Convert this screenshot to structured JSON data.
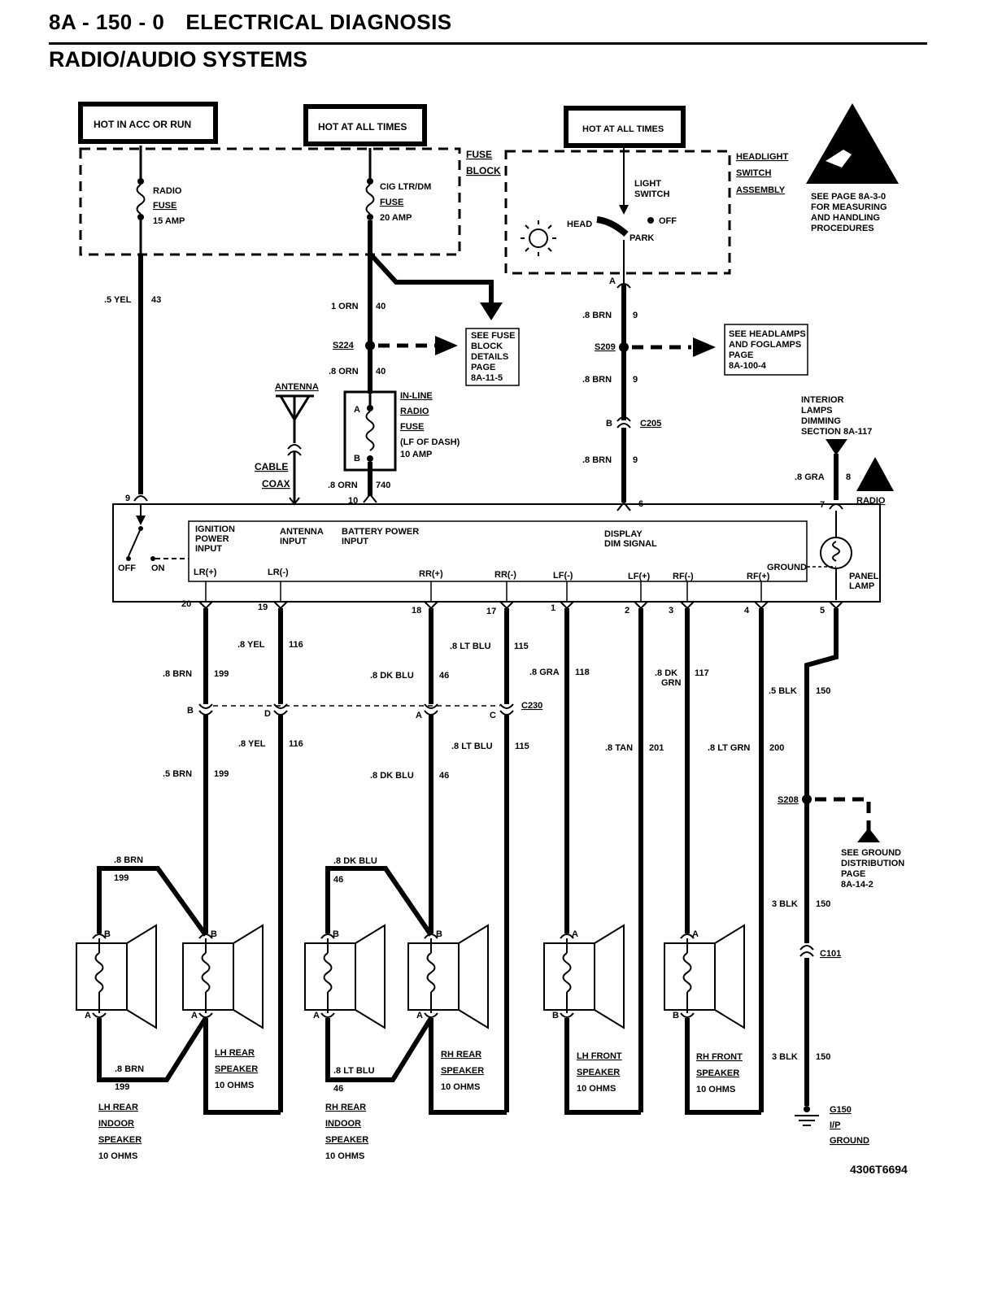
{
  "header": {
    "page_ref": "8A - 150 - 0",
    "section": "ELECTRICAL DIAGNOSIS",
    "subtitle": "RADIO/AUDIO SYSTEMS"
  },
  "hot_boxes": {
    "acc_run": "HOT IN ACC OR RUN",
    "all_times_1": "HOT AT ALL TIMES",
    "all_times_2": "HOT AT ALL TIMES"
  },
  "fuse_block": {
    "label_1": "FUSE",
    "label_2": "BLOCK",
    "radio_fuse": [
      "RADIO",
      "FUSE",
      "15 AMP"
    ],
    "cig_fuse": [
      "CIG LTR/DM",
      "FUSE",
      "20 AMP"
    ]
  },
  "headlight_switch": {
    "label": [
      "HEADLIGHT",
      "SWITCH",
      "ASSEMBLY"
    ],
    "light_switch": [
      "LIGHT",
      "SWITCH"
    ],
    "off": "OFF",
    "head": "HEAD",
    "park": "PARK",
    "pin_a": "A"
  },
  "esd_note": [
    "SEE PAGE 8A-3-0",
    "FOR MEASURING",
    "AND HANDLING",
    "PROCEDURES"
  ],
  "wires": {
    "w43": {
      "gauge": ".5 YEL",
      "circuit": "43"
    },
    "w40a": {
      "gauge": "1 ORN",
      "circuit": "40"
    },
    "w40b": {
      "gauge": ".8 ORN",
      "circuit": "40"
    },
    "w740": {
      "gauge": ".8 ORN",
      "circuit": "740"
    },
    "w9a": {
      "gauge": ".8 BRN",
      "circuit": "9"
    },
    "w9b": {
      "gauge": ".8 BRN",
      "circuit": "9"
    },
    "w9c": {
      "gauge": ".8 BRN",
      "circuit": "9"
    },
    "w8": {
      "gauge": ".8 GRA",
      "circuit": "8"
    },
    "w199a": {
      "gauge": ".8 BRN",
      "circuit": "199"
    },
    "w116a": {
      "gauge": ".8 YEL",
      "circuit": "116"
    },
    "w46a": {
      "gauge": ".8 DK BLU",
      "circuit": "46"
    },
    "w115a": {
      "gauge": ".8 LT BLU",
      "circuit": "115"
    },
    "w118": {
      "gauge": ".8 GRA",
      "circuit": "118"
    },
    "w117": {
      "gauge": ".8 DK",
      "gauge2": "GRN",
      "circuit": "117"
    },
    "w150a": {
      "gauge": ".5 BLK",
      "circuit": "150"
    },
    "w116b": {
      "gauge": ".8 YEL",
      "circuit": "116"
    },
    "w115b": {
      "gauge": ".8 LT BLU",
      "circuit": "115"
    },
    "w201": {
      "gauge": ".8 TAN",
      "circuit": "201"
    },
    "w200": {
      "gauge": ".8 LT GRN",
      "circuit": "200"
    },
    "w199b": {
      "gauge": ".5 BRN",
      "circuit": "199"
    },
    "w46b": {
      "gauge": ".8 DK BLU",
      "circuit": "46"
    },
    "w150b": {
      "gauge": "3 BLK",
      "circuit": "150"
    },
    "w150c": {
      "gauge": "3 BLK",
      "circuit": "150"
    },
    "sp_brn_top": {
      "gauge": ".8 BRN",
      "circuit": "199"
    },
    "sp_brn_bot": {
      "gauge": ".8 BRN",
      "circuit": "199"
    },
    "sp_blu_top": {
      "gauge": ".8 DK BLU",
      "circuit": "46"
    },
    "sp_blu_bot": {
      "gauge": ".8 LT BLU",
      "circuit": "46"
    }
  },
  "splices": {
    "s224": "S224",
    "s209": "S209",
    "s208": "S208"
  },
  "connectors": {
    "c205": "C205",
    "c205_pin": "B",
    "c230": "C230",
    "c101": "C101"
  },
  "notes": {
    "fuse_block_details": [
      "SEE FUSE",
      "BLOCK",
      "DETAILS",
      "PAGE",
      "8A-11-5"
    ],
    "headlamps": [
      "SEE HEADLAMPS",
      "AND FOGLAMPS",
      "PAGE",
      "8A-100-4"
    ],
    "interior": [
      "INTERIOR",
      "LAMPS",
      "DIMMING",
      "SECTION 8A-117"
    ],
    "ground_dist": [
      "SEE GROUND",
      "DISTRIBUTION",
      "PAGE",
      "8A-14-2"
    ]
  },
  "inline_fuse": [
    "IN-LINE",
    "RADIO",
    "FUSE",
    "(LF OF DASH)",
    "10 AMP"
  ],
  "antenna": {
    "label": "ANTENNA",
    "cable": "CABLE",
    "coax": "COAX"
  },
  "radio": {
    "label": "RADIO",
    "inputs": [
      "IGNITION",
      "POWER",
      "INPUT"
    ],
    "antenna_input": [
      "ANTENNA",
      "INPUT"
    ],
    "battery_input": [
      "BATTERY POWER",
      "INPUT"
    ],
    "display_dim": [
      "DISPLAY",
      "DIM SIGNAL"
    ],
    "ground": "GROUND",
    "panel_lamp": [
      "PANEL",
      "LAMP"
    ],
    "off": "OFF",
    "on": "ON",
    "outputs": [
      "LR(+)",
      "LR(-)",
      "RR(+)",
      "RR(-)",
      "LF(-)",
      "LF(+)",
      "RF(-)",
      "RF(+)"
    ],
    "top_pins": [
      "9",
      "10",
      "6",
      "7"
    ],
    "bottom_pins": [
      "20",
      "19",
      "18",
      "17",
      "1",
      "2",
      "3",
      "4",
      "5"
    ]
  },
  "c230_pins": [
    "B",
    "D",
    "A",
    "C"
  ],
  "speakers": [
    {
      "label": [
        "LH REAR",
        "INDOOR",
        "SPEAKER",
        "10 OHMS"
      ]
    },
    {
      "label": [
        "LH REAR",
        "SPEAKER",
        "10 OHMS"
      ]
    },
    {
      "label": [
        "RH REAR",
        "INDOOR",
        "SPEAKER",
        "10 OHMS"
      ]
    },
    {
      "label": [
        "RH REAR",
        "SPEAKER",
        "10 OHMS"
      ]
    },
    {
      "label": [
        "LH FRONT",
        "SPEAKER",
        "10 OHMS"
      ]
    },
    {
      "label": [
        "RH FRONT",
        "SPEAKER",
        "10 OHMS"
      ]
    }
  ],
  "speaker_pins": {
    "a": "A",
    "b": "B"
  },
  "ground": [
    "G150",
    "I/P",
    "GROUND"
  ],
  "doc_number": "4306T6694"
}
